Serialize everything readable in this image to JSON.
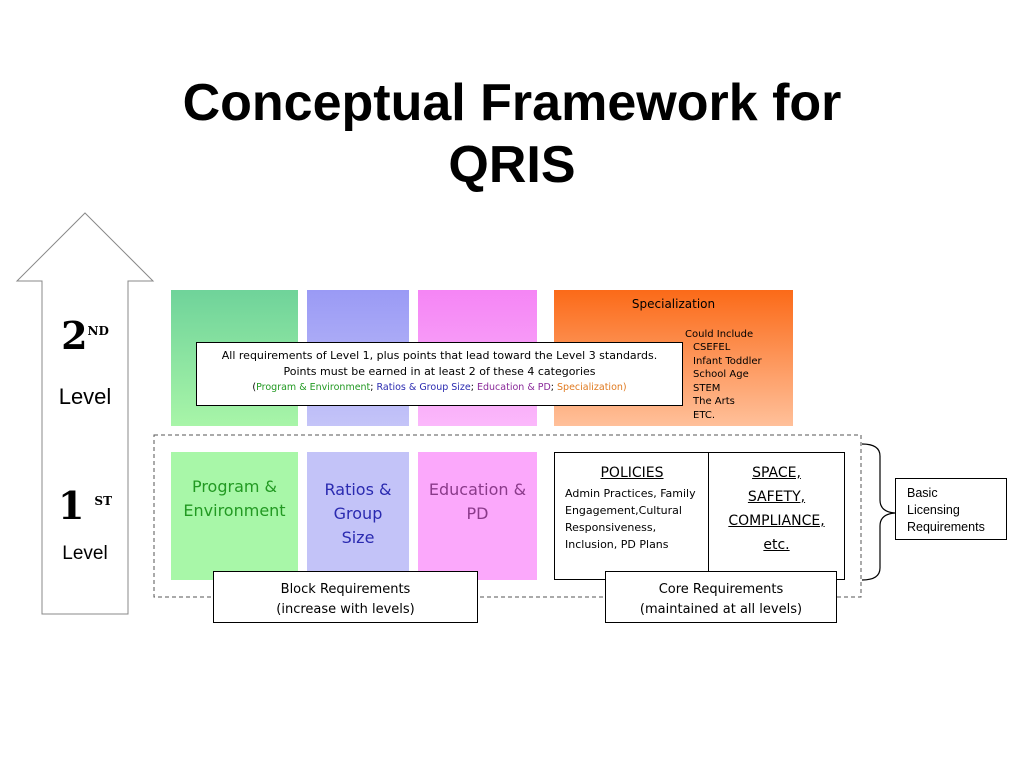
{
  "title": {
    "line1": "Conceptual Framework for",
    "line2": "QRIS"
  },
  "levels": {
    "second": {
      "num": "2",
      "sup": "ND",
      "word": "Level"
    },
    "first": {
      "num": "1",
      "sup": "ST",
      "word": "Level"
    }
  },
  "level2": {
    "specialization": {
      "title": "Specialization",
      "could_include": "Could Include",
      "items": [
        "CSEFEL",
        "Infant Toddler",
        "School Age",
        "STEM",
        "The Arts",
        "ETC."
      ]
    },
    "note": {
      "line1": "All requirements of Level 1, plus points that lead toward the Level 3 standards.",
      "line2": "Points must be earned in at least 2 of these 4 categories",
      "open": "(",
      "cat1": "Program & Environment",
      "sep": "; ",
      "cat2": "Ratios & Group Size",
      "cat3": "Education & PD",
      "cat4": "Specialization)"
    }
  },
  "level1": {
    "program": {
      "line1": "Program &",
      "line2": "Environment"
    },
    "ratios": {
      "line1": "Ratios &",
      "line2": "Group",
      "line3": "Size"
    },
    "education": {
      "line1": "Education &",
      "line2": "PD"
    },
    "policies": {
      "title": "POLICIES",
      "lines": [
        "Admin Practices, Family",
        "Engagement,Cultural",
        "Responsiveness,",
        "Inclusion, PD Plans"
      ]
    },
    "space": {
      "lines": [
        "SPACE,",
        "SAFETY,",
        "COMPLIANCE,",
        "etc."
      ]
    }
  },
  "block_req": {
    "line1": "Block Requirements",
    "line2": "(increase with levels)"
  },
  "core_req": {
    "line1": "Core Requirements",
    "line2": "(maintained at all levels)"
  },
  "basic": {
    "lines": [
      "Basic",
      "Licensing",
      "Requirements"
    ]
  },
  "colors": {
    "green": "#9fefa0",
    "blue": "#b8b8f7",
    "pink": "#f8a0f8",
    "orange": "#fb7a30",
    "green_text": "#229922",
    "blue_text": "#2a2ab0",
    "purple_text": "#8a3a8a",
    "orange_text": "#e07a20"
  }
}
